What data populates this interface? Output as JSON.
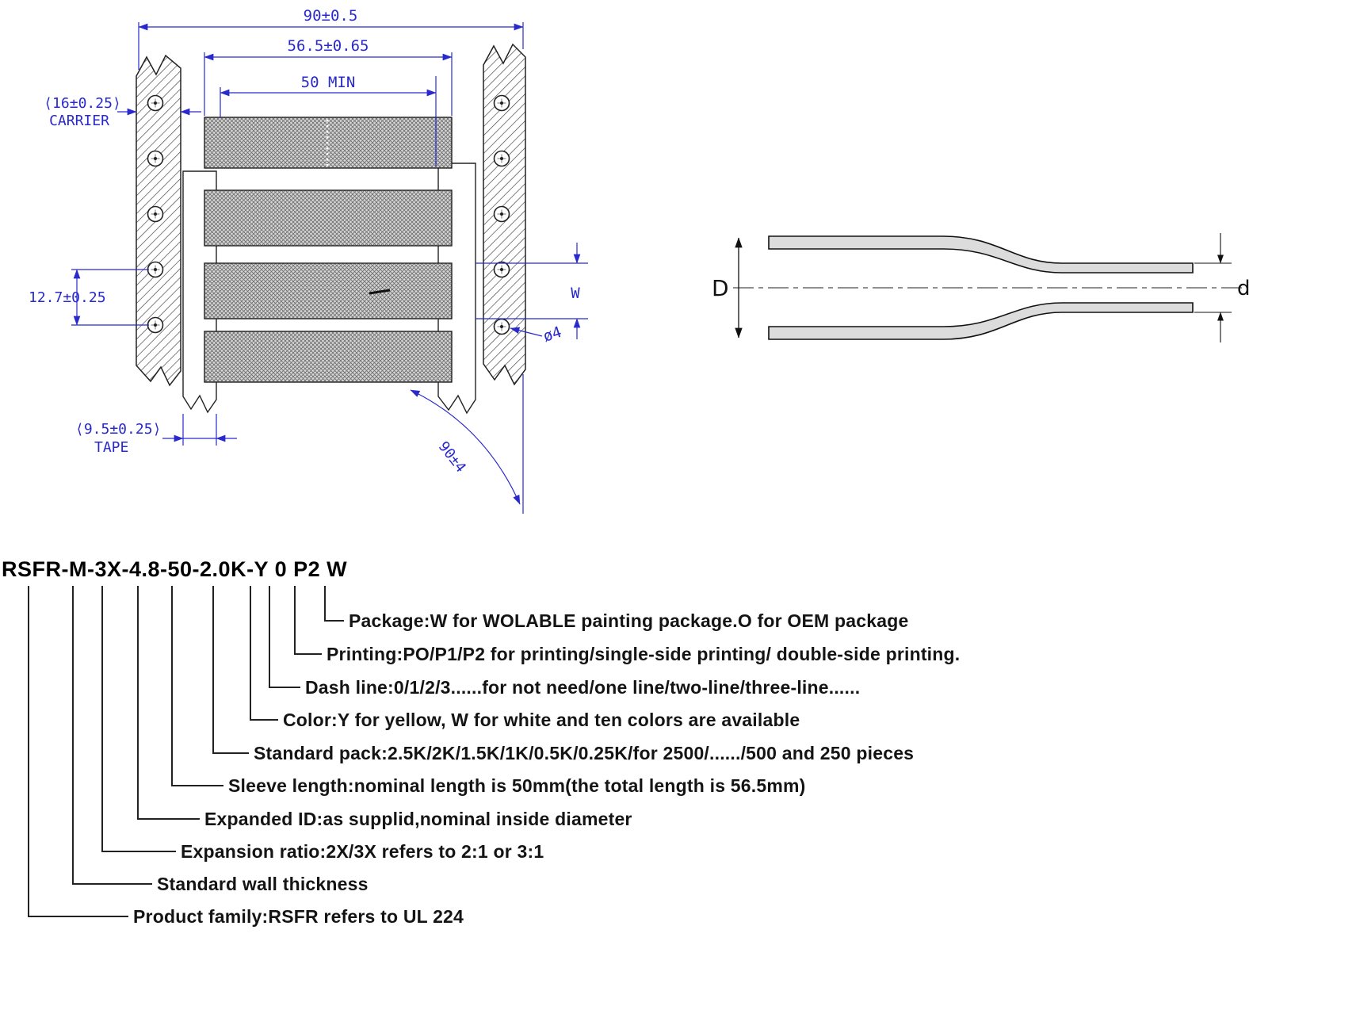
{
  "package_drawing": {
    "dim_total_width": "90±0.5",
    "dim_sleeve_width": "56.5±0.65",
    "dim_min_length": "50 MIN",
    "dim_carrier": "⟨16±0.25⟩",
    "label_carrier": "CARRIER",
    "dim_pitch": "12.7±0.25",
    "dim_w": "W",
    "dim_hole": "ø4",
    "dim_tape": "⟨9.5±0.25⟩",
    "label_tape": "TAPE",
    "dim_angle": "90±4"
  },
  "tube_drawing": {
    "label_large_diameter": "D",
    "label_small_diameter": "d"
  },
  "part_number": {
    "code": "RSFR-M-3X-4.8-50-2.0K-Y 0 P2 W",
    "breakdown": [
      {
        "segment": "W",
        "description": "Package:W for WOLABLE painting package.O for OEM package"
      },
      {
        "segment": "P2",
        "description": "Printing:PO/P1/P2 for printing/single-side printing/ double-side printing."
      },
      {
        "segment": "0",
        "description": "Dash line:0/1/2/3......for not need/one line/two-line/three-line......"
      },
      {
        "segment": "Y",
        "description": "Color:Y for yellow, W for white and ten colors are available"
      },
      {
        "segment": "2.0K",
        "description": "Standard pack:2.5K/2K/1.5K/1K/0.5K/0.25K/for 2500/....../500 and 250 pieces"
      },
      {
        "segment": "50",
        "description": "Sleeve length:nominal length is 50mm(the total length is 56.5mm)"
      },
      {
        "segment": "4.8",
        "description": "Expanded ID:as supplid,nominal inside diameter"
      },
      {
        "segment": "3X",
        "description": "Expansion ratio:2X/3X refers to 2:1 or 3:1"
      },
      {
        "segment": "M",
        "description": "Standard wall thickness"
      },
      {
        "segment": "RSFR",
        "description": "Product family:RSFR refers to UL 224"
      }
    ]
  },
  "colors": {
    "dimension_blue": "#2929cc",
    "line_black": "#1a1a1a",
    "tube_wall_gray": "#dcdcdc"
  }
}
